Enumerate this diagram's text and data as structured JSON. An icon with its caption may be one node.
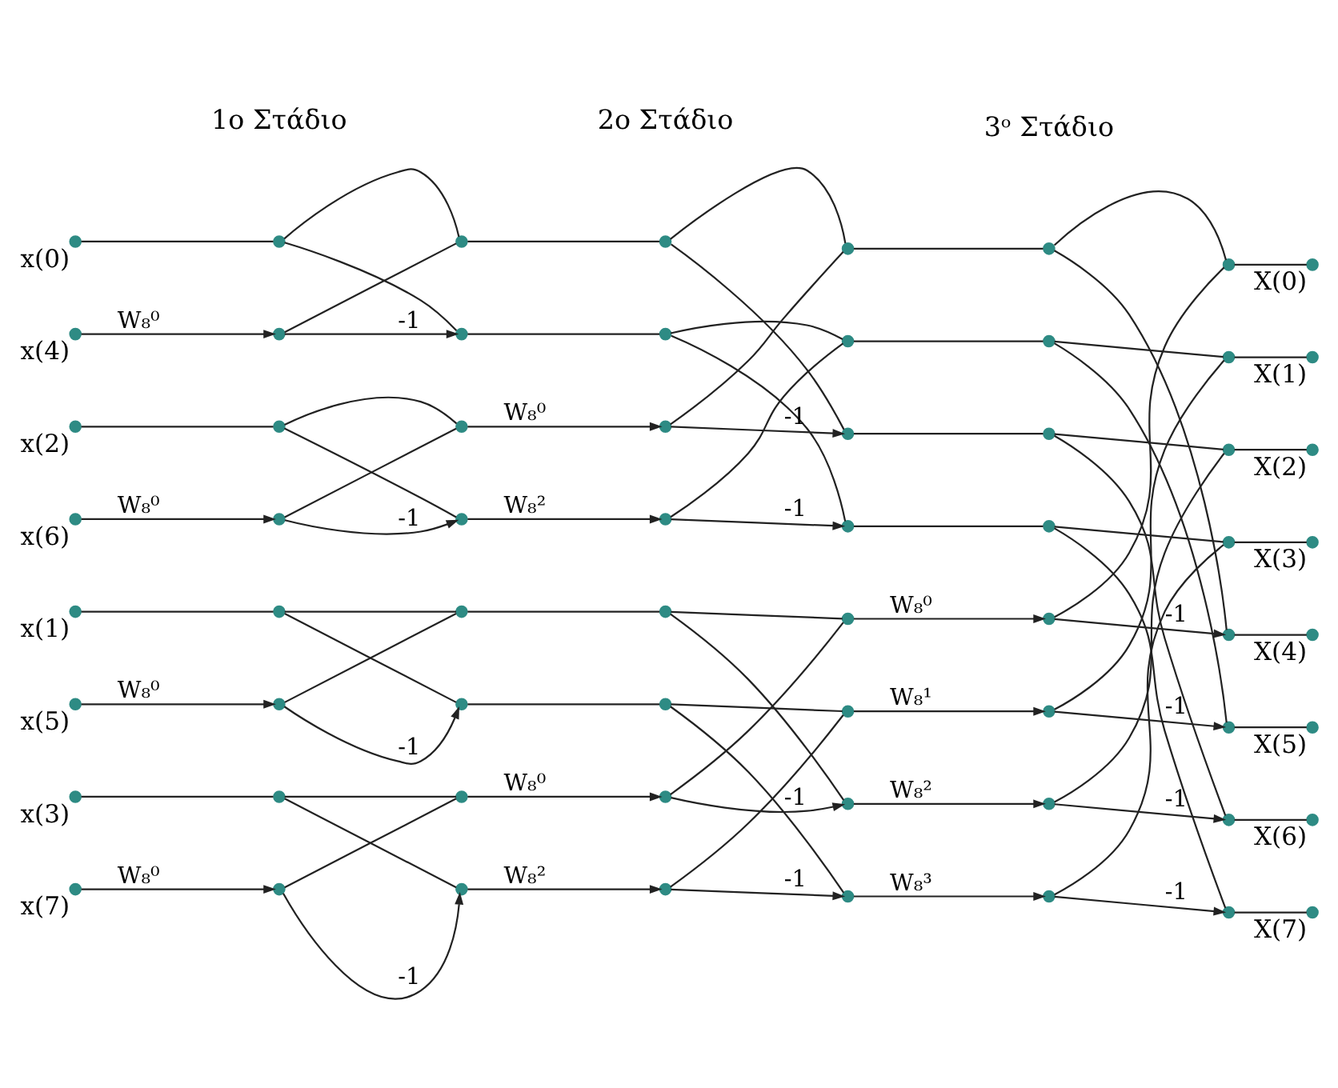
{
  "diagram": {
    "nodes": [
      {
        "text": [],
        "shape": "circle",
        "beside": [
          "x(0)"
        ]
      },
      {
        "text": [],
        "shape": "circle"
      },
      {
        "text": [],
        "shape": "circle"
      },
      {
        "text": [],
        "shape": "circle"
      },
      {
        "text": [],
        "shape": "circle"
      },
      {
        "text": [],
        "shape": "circle"
      },
      {
        "text": [],
        "shape": "circle"
      },
      {
        "text": [],
        "shape": "circle",
        "beside": [
          "X(0)"
        ]
      },
      {
        "text": [],
        "shape": "circle",
        "beside": [
          "x(4)"
        ]
      },
      {
        "text": [],
        "shape": "circle"
      },
      {
        "text": [],
        "shape": "circle"
      },
      {
        "text": [],
        "shape": "circle"
      },
      {
        "text": [],
        "shape": "circle"
      },
      {
        "text": [],
        "shape": "circle"
      },
      {
        "text": [],
        "shape": "circle"
      },
      {
        "text": [],
        "shape": "circle",
        "beside": [
          "X(1)"
        ]
      },
      {
        "text": [],
        "shape": "circle",
        "beside": [
          "x(2)"
        ]
      },
      {
        "text": [],
        "shape": "circle"
      },
      {
        "text": [],
        "shape": "circle"
      },
      {
        "text": [],
        "shape": "circle"
      },
      {
        "text": [],
        "shape": "circle"
      },
      {
        "text": [],
        "shape": "circle"
      },
      {
        "text": [],
        "shape": "circle"
      },
      {
        "text": [],
        "shape": "circle",
        "beside": [
          "X(2)"
        ]
      },
      {
        "text": [],
        "shape": "circle",
        "beside": [
          "x(6)"
        ]
      },
      {
        "text": [],
        "shape": "circle"
      },
      {
        "text": [],
        "shape": "circle"
      },
      {
        "text": [],
        "shape": "circle"
      },
      {
        "text": [],
        "shape": "circle"
      },
      {
        "text": [],
        "shape": "circle"
      },
      {
        "text": [],
        "shape": "circle"
      },
      {
        "text": [],
        "shape": "circle",
        "beside": [
          "X(3)"
        ]
      },
      {
        "text": [],
        "shape": "circle",
        "beside": [
          "x(1)"
        ]
      },
      {
        "text": [],
        "shape": "circle"
      },
      {
        "text": [],
        "shape": "circle"
      },
      {
        "text": [],
        "shape": "circle"
      },
      {
        "text": [],
        "shape": "circle"
      },
      {
        "text": [],
        "shape": "circle"
      },
      {
        "text": [],
        "shape": "circle"
      },
      {
        "text": [],
        "shape": "circle",
        "beside": [
          "X(4)"
        ]
      },
      {
        "text": [],
        "shape": "circle",
        "beside": [
          "x(5)"
        ]
      },
      {
        "text": [],
        "shape": "circle"
      },
      {
        "text": [],
        "shape": "circle"
      },
      {
        "text": [],
        "shape": "circle"
      },
      {
        "text": [],
        "shape": "circle"
      },
      {
        "text": [],
        "shape": "circle"
      },
      {
        "text": [],
        "shape": "circle"
      },
      {
        "text": [],
        "shape": "circle",
        "beside": [
          "X(5)"
        ]
      },
      {
        "text": [],
        "shape": "circle",
        "beside": [
          "x(3)"
        ]
      },
      {
        "text": [],
        "shape": "circle"
      },
      {
        "text": [],
        "shape": "circle"
      },
      {
        "text": [],
        "shape": "circle"
      },
      {
        "text": [],
        "shape": "circle"
      },
      {
        "text": [],
        "shape": "circle"
      },
      {
        "text": [],
        "shape": "circle"
      },
      {
        "text": [],
        "shape": "circle",
        "beside": [
          "X(6)"
        ]
      },
      {
        "text": [],
        "shape": "circle",
        "beside": [
          "x(7)"
        ]
      },
      {
        "text": [],
        "shape": "circle"
      },
      {
        "text": [],
        "shape": "circle"
      },
      {
        "text": [],
        "shape": "circle"
      },
      {
        "text": [],
        "shape": "circle"
      },
      {
        "text": [],
        "shape": "circle"
      },
      {
        "text": [],
        "shape": "circle"
      },
      {
        "text": [],
        "shape": "circle",
        "beside": [
          "X(7)"
        ]
      }
    ],
    "edges": [
      {
        "from": 0,
        "to": 1,
        "arrow": "none"
      },
      {
        "from": 8,
        "to": 9,
        "arrow": "to",
        "label": "W₈⁰"
      },
      {
        "from": 16,
        "to": 17,
        "arrow": "none"
      },
      {
        "from": 24,
        "to": 25,
        "arrow": "to",
        "label": "W₈⁰"
      },
      {
        "from": 32,
        "to": 33,
        "arrow": "none"
      },
      {
        "from": 40,
        "to": 41,
        "arrow": "to",
        "label": "W₈⁰"
      },
      {
        "from": 48,
        "to": 49,
        "arrow": "none"
      },
      {
        "from": 56,
        "to": 57,
        "arrow": "to",
        "label": "W₈⁰"
      },
      {
        "from": 1,
        "to": 2,
        "arrow": "none"
      },
      {
        "from": 1,
        "to": 10,
        "arrow": "none"
      },
      {
        "from": 9,
        "to": 2,
        "arrow": "none"
      },
      {
        "from": 9,
        "to": 10,
        "arrow": "to",
        "label": "-1"
      },
      {
        "from": 17,
        "to": 18,
        "arrow": "none"
      },
      {
        "from": 17,
        "to": 26,
        "arrow": "none"
      },
      {
        "from": 25,
        "to": 18,
        "arrow": "none"
      },
      {
        "from": 25,
        "to": 26,
        "arrow": "to",
        "label": "-1"
      },
      {
        "from": 33,
        "to": 34,
        "arrow": "none"
      },
      {
        "from": 33,
        "to": 42,
        "arrow": "none"
      },
      {
        "from": 41,
        "to": 34,
        "arrow": "none"
      },
      {
        "from": 41,
        "to": 42,
        "arrow": "to",
        "label": "-1"
      },
      {
        "from": 49,
        "to": 50,
        "arrow": "none"
      },
      {
        "from": 49,
        "to": 58,
        "arrow": "none"
      },
      {
        "from": 57,
        "to": 50,
        "arrow": "none"
      },
      {
        "from": 57,
        "to": 58,
        "arrow": "to",
        "label": "-1"
      },
      {
        "from": 2,
        "to": 3,
        "arrow": "none"
      },
      {
        "from": 10,
        "to": 11,
        "arrow": "none"
      },
      {
        "from": 18,
        "to": 19,
        "arrow": "to",
        "label": "W₈⁰"
      },
      {
        "from": 26,
        "to": 27,
        "arrow": "to",
        "label": "W₈²"
      },
      {
        "from": 34,
        "to": 35,
        "arrow": "none"
      },
      {
        "from": 42,
        "to": 43,
        "arrow": "none"
      },
      {
        "from": 50,
        "to": 51,
        "arrow": "to",
        "label": "W₈⁰"
      },
      {
        "from": 58,
        "to": 59,
        "arrow": "to",
        "label": "W₈²"
      },
      {
        "from": 3,
        "to": 4,
        "arrow": "none"
      },
      {
        "from": 3,
        "to": 20,
        "arrow": "none"
      },
      {
        "from": 19,
        "to": 4,
        "arrow": "none"
      },
      {
        "from": 19,
        "to": 20,
        "arrow": "to",
        "label": "-1"
      },
      {
        "from": 11,
        "to": 12,
        "arrow": "none"
      },
      {
        "from": 11,
        "to": 28,
        "arrow": "none"
      },
      {
        "from": 27,
        "to": 12,
        "arrow": "none"
      },
      {
        "from": 27,
        "to": 28,
        "arrow": "to",
        "label": "-1"
      },
      {
        "from": 35,
        "to": 36,
        "arrow": "none"
      },
      {
        "from": 35,
        "to": 52,
        "arrow": "none"
      },
      {
        "from": 51,
        "to": 36,
        "arrow": "none"
      },
      {
        "from": 51,
        "to": 52,
        "arrow": "to",
        "label": "-1"
      },
      {
        "from": 43,
        "to": 44,
        "arrow": "none"
      },
      {
        "from": 43,
        "to": 60,
        "arrow": "none"
      },
      {
        "from": 59,
        "to": 44,
        "arrow": "none"
      },
      {
        "from": 59,
        "to": 60,
        "arrow": "to",
        "label": "-1"
      },
      {
        "from": 4,
        "to": 5,
        "arrow": "none"
      },
      {
        "from": 12,
        "to": 13,
        "arrow": "none"
      },
      {
        "from": 20,
        "to": 21,
        "arrow": "none"
      },
      {
        "from": 28,
        "to": 29,
        "arrow": "none"
      },
      {
        "from": 36,
        "to": 37,
        "arrow": "to",
        "label": "W₈⁰"
      },
      {
        "from": 44,
        "to": 45,
        "arrow": "to",
        "label": "W₈¹"
      },
      {
        "from": 52,
        "to": 53,
        "arrow": "to",
        "label": "W₈²"
      },
      {
        "from": 60,
        "to": 61,
        "arrow": "to",
        "label": "W₈³"
      },
      {
        "from": 5,
        "to": 6,
        "arrow": "none"
      },
      {
        "from": 5,
        "to": 38,
        "arrow": "none"
      },
      {
        "from": 37,
        "to": 6,
        "arrow": "none"
      },
      {
        "from": 37,
        "to": 38,
        "arrow": "to",
        "label": "-1"
      },
      {
        "from": 13,
        "to": 14,
        "arrow": "none"
      },
      {
        "from": 13,
        "to": 46,
        "arrow": "none"
      },
      {
        "from": 45,
        "to": 14,
        "arrow": "none"
      },
      {
        "from": 45,
        "to": 46,
        "arrow": "to",
        "label": "-1"
      },
      {
        "from": 21,
        "to": 22,
        "arrow": "none"
      },
      {
        "from": 21,
        "to": 54,
        "arrow": "none"
      },
      {
        "from": 53,
        "to": 22,
        "arrow": "none"
      },
      {
        "from": 53,
        "to": 54,
        "arrow": "to",
        "label": "-1"
      },
      {
        "from": 29,
        "to": 30,
        "arrow": "none"
      },
      {
        "from": 29,
        "to": 62,
        "arrow": "none"
      },
      {
        "from": 61,
        "to": 30,
        "arrow": "none"
      },
      {
        "from": 61,
        "to": 62,
        "arrow": "to",
        "label": "-1"
      },
      {
        "from": 6,
        "to": 7,
        "arrow": "none"
      },
      {
        "from": 14,
        "to": 15,
        "arrow": "none"
      },
      {
        "from": 22,
        "to": 23,
        "arrow": "none"
      },
      {
        "from": 30,
        "to": 31,
        "arrow": "none"
      },
      {
        "from": 38,
        "to": 39,
        "arrow": "none"
      },
      {
        "from": 46,
        "to": 47,
        "arrow": "none"
      },
      {
        "from": 54,
        "to": 55,
        "arrow": "none"
      },
      {
        "from": 62,
        "to": 63,
        "arrow": "none"
      }
    ],
    "labels": [
      "1o Στάδιο",
      "2o Στάδιο",
      "3ᵒ Στάδιο"
    ]
  }
}
